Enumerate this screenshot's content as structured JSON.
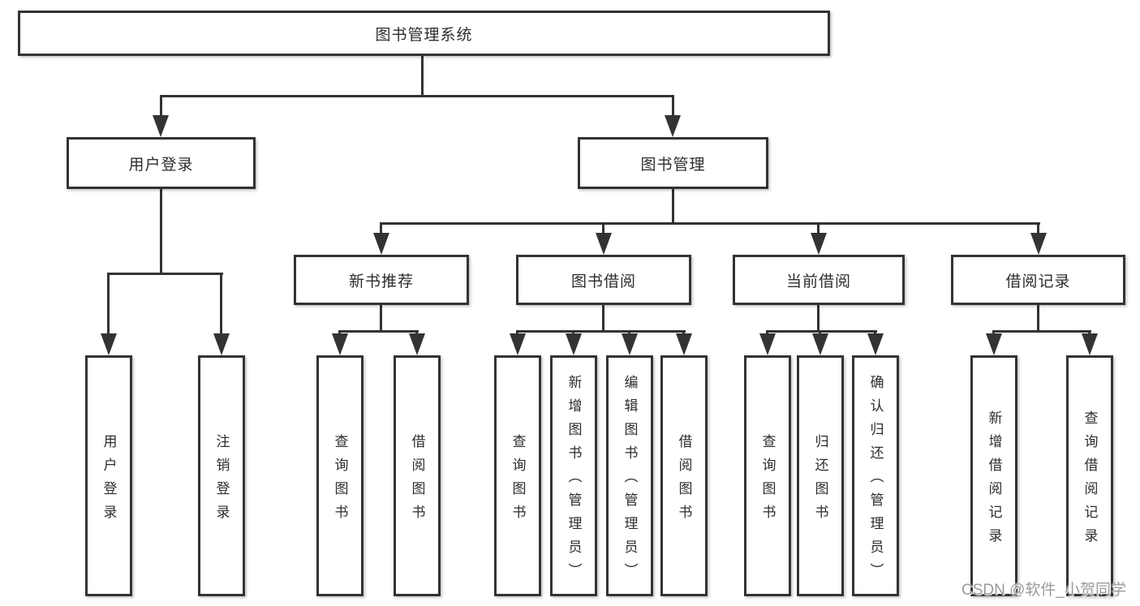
{
  "colors": {
    "line": "#333333",
    "box_border": "#333333",
    "box_background": "#ffffff",
    "text": "#2d2d2d",
    "watermark_text": "#9b9b9b",
    "background": "#ffffff"
  },
  "tree": {
    "root": {
      "label": "图书管理系统"
    },
    "branches": [
      {
        "label": "用户登录",
        "children": [
          {
            "label": "用户登录"
          },
          {
            "label": "注销登录"
          }
        ]
      },
      {
        "label": "图书管理",
        "children": [
          {
            "label": "新书推荐",
            "children": [
              {
                "label": "查询图书"
              },
              {
                "label": "借阅图书"
              }
            ]
          },
          {
            "label": "图书借阅",
            "children": [
              {
                "label": "查询图书"
              },
              {
                "label": "新增图书（管理员）"
              },
              {
                "label": "编辑图书（管理员）"
              },
              {
                "label": "借阅图书"
              }
            ]
          },
          {
            "label": "当前借阅",
            "children": [
              {
                "label": "查询图书"
              },
              {
                "label": "归还图书"
              },
              {
                "label": "确认归还（管理员）"
              }
            ]
          },
          {
            "label": "借阅记录",
            "children": [
              {
                "label": "新增借阅记录"
              },
              {
                "label": "查询借阅记录"
              }
            ]
          }
        ]
      }
    ]
  },
  "watermark": {
    "text": "CSDN @软件_小贺同学"
  }
}
